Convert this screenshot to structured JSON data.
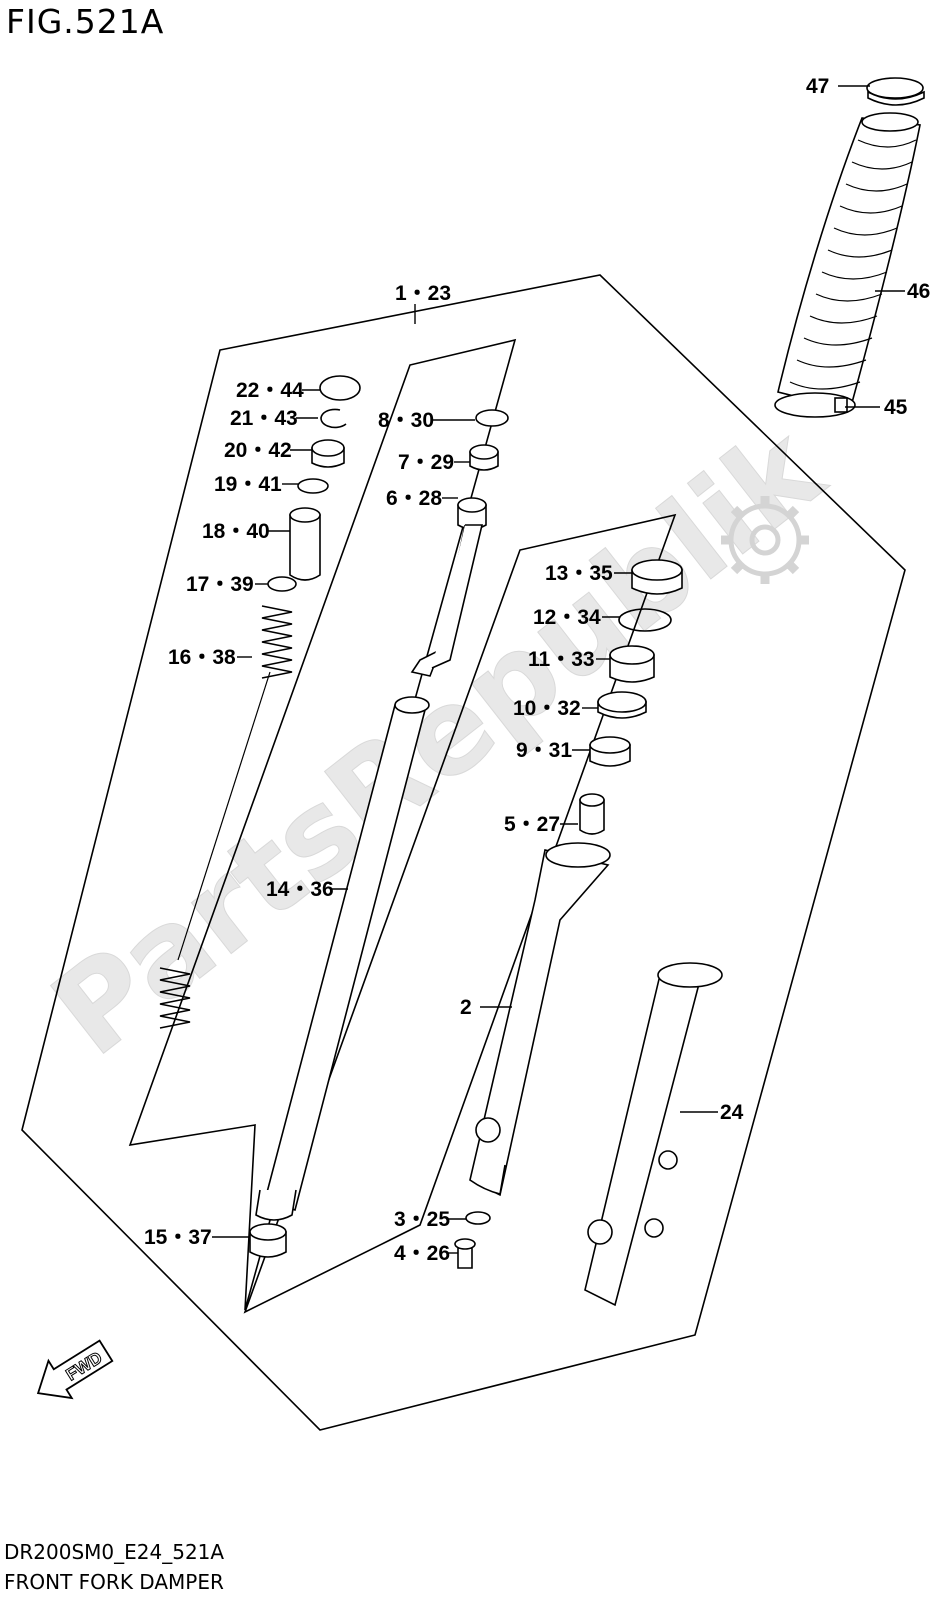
{
  "figure": {
    "title": "FIG.521A",
    "code": "DR200SM0_E24_521A",
    "caption": "FRONT FORK DAMPER"
  },
  "watermark": {
    "text": "PartsRepublik",
    "icon": "gear-icon",
    "color": "#e6e6e6"
  },
  "fwd_arrow": {
    "label": "FWD"
  },
  "callouts": [
    {
      "id": "c-1-23",
      "label": "1・23"
    },
    {
      "id": "c-22-44",
      "label": "22・44"
    },
    {
      "id": "c-21-43",
      "label": "21・43"
    },
    {
      "id": "c-20-42",
      "label": "20・42"
    },
    {
      "id": "c-19-41",
      "label": "19・41"
    },
    {
      "id": "c-18-40",
      "label": "18・40"
    },
    {
      "id": "c-17-39",
      "label": "17・39"
    },
    {
      "id": "c-16-38",
      "label": "16・38"
    },
    {
      "id": "c-8-30",
      "label": "8・30"
    },
    {
      "id": "c-7-29",
      "label": "7・29"
    },
    {
      "id": "c-6-28",
      "label": "6・28"
    },
    {
      "id": "c-13-35",
      "label": "13・35"
    },
    {
      "id": "c-12-34",
      "label": "12・34"
    },
    {
      "id": "c-11-33",
      "label": "11・33"
    },
    {
      "id": "c-10-32",
      "label": "10・32"
    },
    {
      "id": "c-9-31",
      "label": "9・31"
    },
    {
      "id": "c-5-27",
      "label": "5・27"
    },
    {
      "id": "c-14-36",
      "label": "14・36"
    },
    {
      "id": "c-2",
      "label": "2"
    },
    {
      "id": "c-24",
      "label": "24"
    },
    {
      "id": "c-3-25",
      "label": "3・25"
    },
    {
      "id": "c-4-26",
      "label": "4・26"
    },
    {
      "id": "c-15-37",
      "label": "15・37"
    },
    {
      "id": "c-47",
      "label": "47"
    },
    {
      "id": "c-46",
      "label": "46"
    },
    {
      "id": "c-45",
      "label": "45"
    }
  ]
}
